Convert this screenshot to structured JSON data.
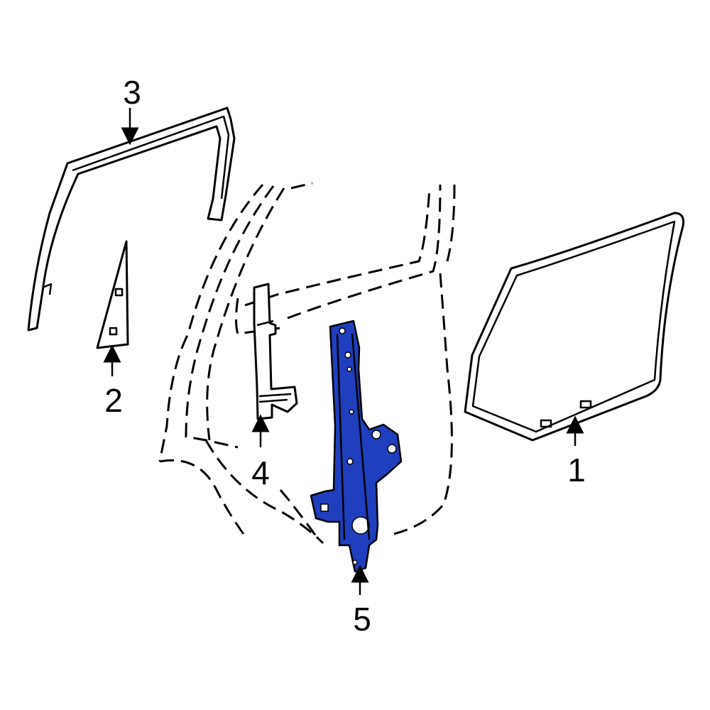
{
  "highlight_color": "#1f3fbf",
  "callouts": [
    {
      "id": "1",
      "label": "1"
    },
    {
      "id": "2",
      "label": "2"
    },
    {
      "id": "3",
      "label": "3"
    },
    {
      "id": "4",
      "label": "4"
    },
    {
      "id": "5",
      "label": "5"
    }
  ]
}
